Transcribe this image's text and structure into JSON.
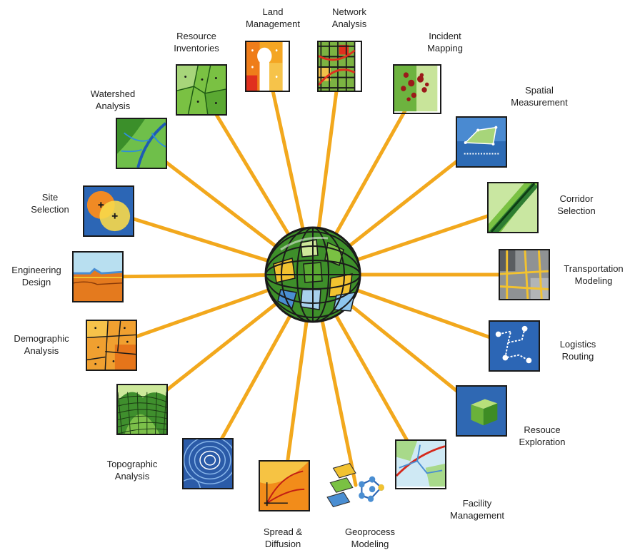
{
  "applications": [
    {
      "id": "land-management",
      "lines": [
        "Land",
        "Management"
      ],
      "icon": "keyhole-parcel-icon"
    },
    {
      "id": "network-analysis",
      "lines": [
        "Network",
        "Analysis"
      ],
      "icon": "street-grid-icon"
    },
    {
      "id": "incident-mapping",
      "lines": [
        "Incident",
        "Mapping"
      ],
      "icon": "incident-dots-icon"
    },
    {
      "id": "spatial-measurement",
      "lines": [
        "Spatial",
        "Measurement"
      ],
      "icon": "measure-polygon-icon"
    },
    {
      "id": "corridor-selection",
      "lines": [
        "Corridor",
        "Selection"
      ],
      "icon": "corridor-band-icon"
    },
    {
      "id": "transportation-modeling",
      "lines": [
        "Transportation",
        "Modeling"
      ],
      "icon": "road-network-icon"
    },
    {
      "id": "logistics-routing",
      "lines": [
        "Logistics",
        "Routing"
      ],
      "icon": "route-path-icon"
    },
    {
      "id": "resource-exploration",
      "lines": [
        "Resouce",
        "Exploration"
      ],
      "icon": "cube-icon"
    },
    {
      "id": "facility-management",
      "lines": [
        "Facility",
        "Management"
      ],
      "icon": "pipeline-map-icon"
    },
    {
      "id": "geoprocess-modeling",
      "lines": [
        "Geoprocess",
        "Modeling"
      ],
      "icon": "layer-stack-icon"
    },
    {
      "id": "spread-diffusion",
      "lines": [
        "Spread &",
        "Diffusion"
      ],
      "icon": "spread-arrows-icon"
    },
    {
      "id": "topographic-analysis-contour",
      "lines": [
        "Topographic",
        "Analysis"
      ],
      "icon": "contour-lines-icon"
    },
    {
      "id": "topographic-analysis-terrain",
      "lines": [],
      "icon": "terrain-mesh-icon"
    },
    {
      "id": "demographic-analysis",
      "lines": [
        "Demographic",
        "Analysis"
      ],
      "icon": "census-blocks-icon"
    },
    {
      "id": "engineering-design",
      "lines": [
        "Engineering",
        "Design"
      ],
      "icon": "cross-section-icon"
    },
    {
      "id": "site-selection",
      "lines": [
        "Site",
        "Selection"
      ],
      "icon": "overlap-circles-icon"
    },
    {
      "id": "watershed-analysis",
      "lines": [
        "Watershed",
        "Analysis"
      ],
      "icon": "stream-network-icon"
    },
    {
      "id": "resource-inventories",
      "lines": [
        "Resource",
        "Inventories"
      ],
      "icon": "parcel-polygons-icon"
    }
  ],
  "hub": {
    "icon": "globe-icon"
  },
  "colors": {
    "connector": "#f2a81d",
    "border": "#1a1a1a"
  }
}
